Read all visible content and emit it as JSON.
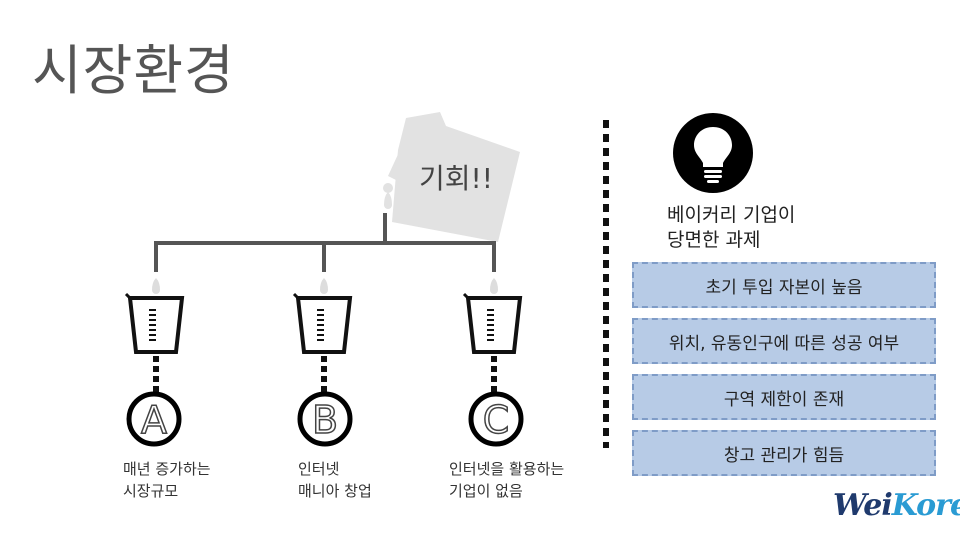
{
  "title": "시장환경",
  "jug_label": "기회!!",
  "branches": [
    {
      "letter": "A",
      "caption": "매년 증가하는\n시장규모"
    },
    {
      "letter": "B",
      "caption": "인터넷\n매니아 창업"
    },
    {
      "letter": "C",
      "caption": "인터넷을 활용하는\n기업이 없음"
    }
  ],
  "challenges": {
    "title": "베이커리 기업이\n당면한 과제",
    "items": [
      "초기 투입 자본이 높음",
      "위치, 유동인구에 따른 성공 여부",
      "구역 제한이 존재",
      "창고 관리가 힘듬"
    ]
  },
  "brand": {
    "part1": "Wei",
    "part2": "Korea"
  },
  "colors": {
    "box_fill": "#b7cbe6",
    "box_border": "#7f9cc7",
    "brand_dark": "#1f3a6d",
    "brand_light": "#2a9bd3"
  }
}
